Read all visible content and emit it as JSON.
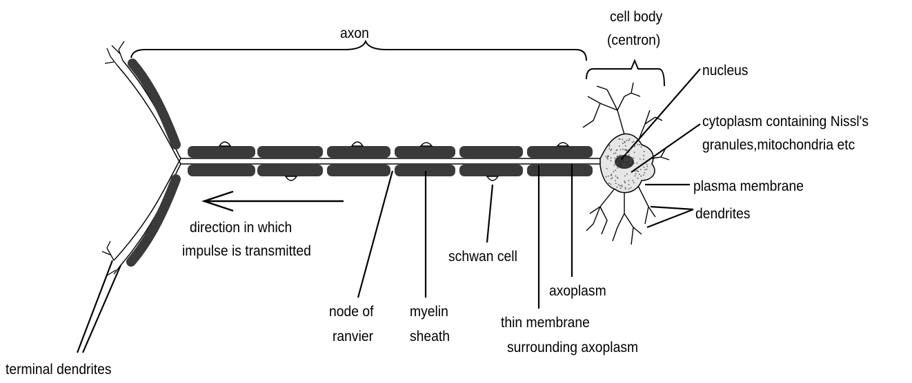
{
  "labels": {
    "axon": "axon",
    "cell_body_line1": "cell body",
    "cell_body_line2": "(centron)",
    "nucleus": "nucleus",
    "cytoplasm_line1": "cytoplasm containing Nissl's",
    "cytoplasm_line2": "granules,mitochondria etc",
    "plasma_membrane": "plasma membrane",
    "dendrites": "dendrites",
    "direction_line1": "direction in which",
    "direction_line2": "impulse is transmitted",
    "schwan_cell": "schwan cell",
    "axoplasm": "axoplasm",
    "node_line1": "node of",
    "node_line2": "ranvier",
    "myelin_line1": "myelin",
    "myelin_line2": "sheath",
    "thin_membrane_line1": "thin membrane",
    "thin_membrane_line2": "surrounding axoplasm",
    "terminal_dendrites": "terminal dendrites"
  },
  "colors": {
    "ink": "#000000",
    "myelin": "#3a3a3a",
    "axon_core": "#ffffff",
    "stipple": "#555555"
  }
}
